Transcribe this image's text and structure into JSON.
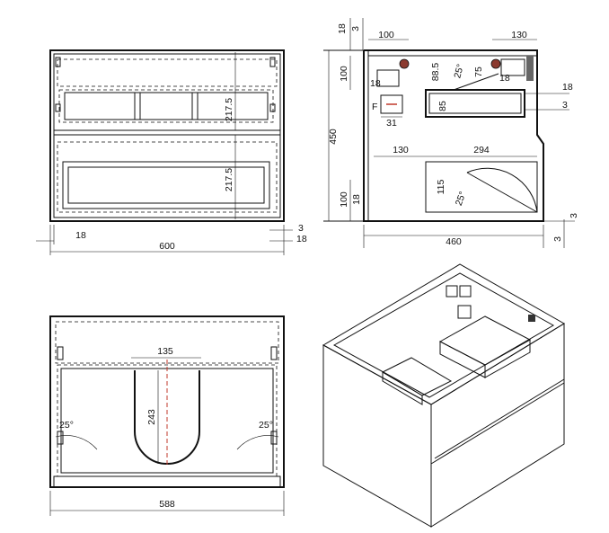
{
  "front_view": {
    "dims": {
      "height_top": "217.5",
      "height_bottom": "217.5",
      "side_gap": "18",
      "total_width": "600",
      "bottom_small_a": "3",
      "bottom_small_b": "18"
    }
  },
  "top_view": {
    "dims": {
      "top_18": "18",
      "top_3": "3",
      "w_100": "100",
      "w_130_top": "130",
      "left_100": "100",
      "h_18_small": "18",
      "angle_25_a": "25°",
      "len_88_5": "88.5",
      "len_75": "75",
      "d_18_top": "18",
      "f_label": "F",
      "w_31": "31",
      "h_85": "85",
      "right_18": "18",
      "right_3": "3",
      "depth_450": "450",
      "w_130_mid": "130",
      "w_294": "294",
      "left_100_b": "100",
      "left_18_b": "18",
      "h_115": "115",
      "angle_25_b": "25°",
      "bottom_3": "3",
      "width_460": "460",
      "right_bottom_3": "3"
    }
  },
  "bottom_view": {
    "dims": {
      "w_135": "135",
      "h_243": "243",
      "angle_left": "25°",
      "angle_right": "25°",
      "width_588": "588"
    }
  }
}
